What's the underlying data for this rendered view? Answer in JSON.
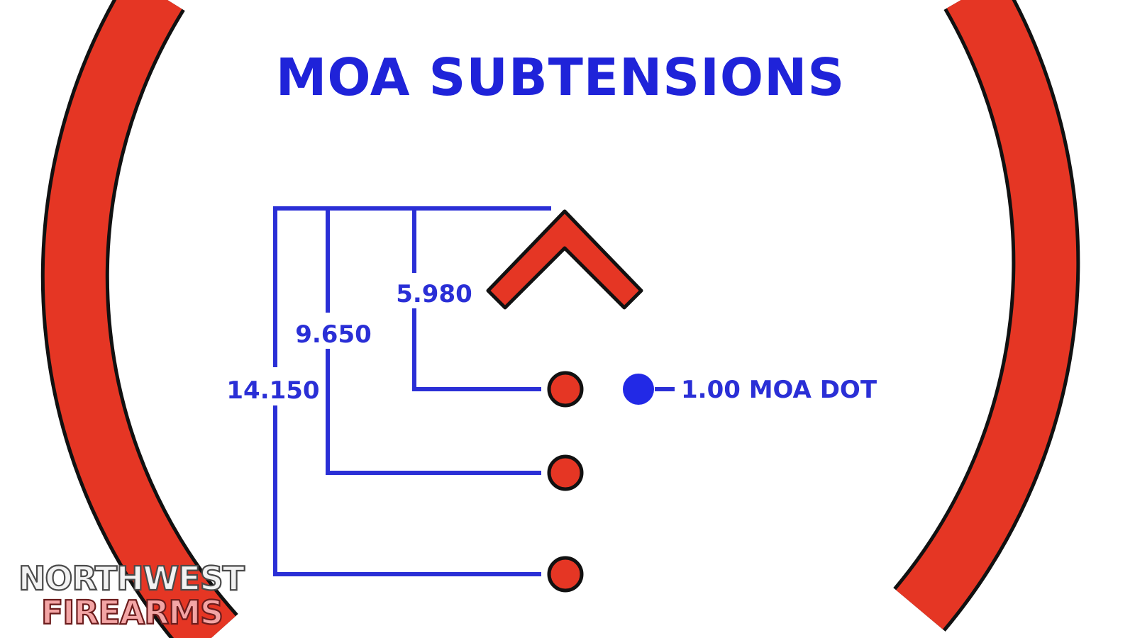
{
  "title": "MOA SUBTENSIONS",
  "subtensions": [
    {
      "label": "5.980",
      "value": 5.98
    },
    {
      "label": "9.650",
      "value": 9.65
    },
    {
      "label": "14.150",
      "value": 14.15
    }
  ],
  "dot_callout": {
    "label": "1.00 MOA DOT",
    "value": 1.0
  },
  "logo": {
    "line1": "NORTHWEST",
    "line2": "FIREARMS"
  },
  "colors": {
    "reticle_red": "#e53624",
    "outline": "#111111",
    "dimension_blue": "#2a2fd6",
    "title_blue": "#1f23d9",
    "background": "#ffffff"
  }
}
